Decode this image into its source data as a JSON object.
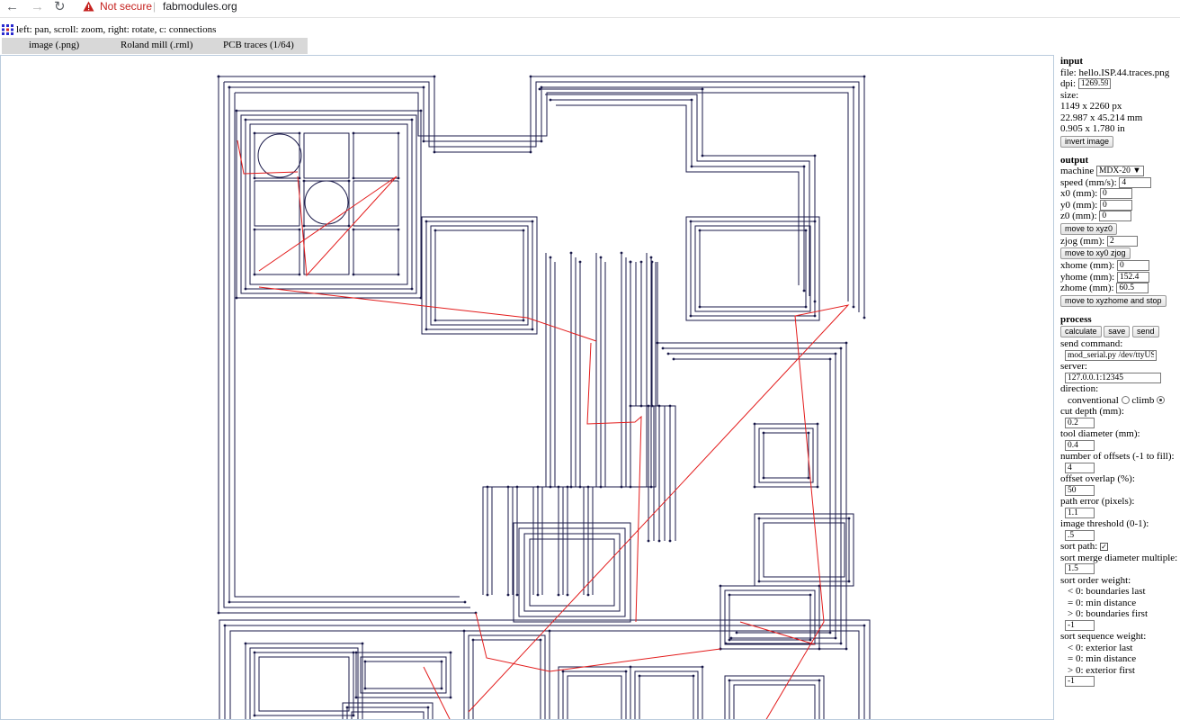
{
  "browser": {
    "security": "Not secure",
    "url": "fabmodules.org"
  },
  "hint": "left: pan, scroll: zoom, right: rotate, c: connections",
  "tabs": [
    "image (.png)",
    "Roland mill (.rml)",
    "PCB traces (1/64)"
  ],
  "panel": {
    "input": {
      "heading": "input",
      "file": "file: hello.ISP.44.traces.png",
      "dpi_label": "dpi:",
      "dpi": "1269.59",
      "size_label": "size:",
      "size_px": "1149 x 2260 px",
      "size_mm": "22.987 x 45.214 mm",
      "size_in": "0.905 x 1.780 in",
      "invert": "invert image"
    },
    "output": {
      "heading": "output",
      "machine_label": "machine",
      "machine": "MDX-20",
      "speed_label": "speed (mm/s):",
      "speed": "4",
      "x0_label": "x0 (mm):",
      "x0": "0",
      "y0_label": "y0 (mm):",
      "y0": "0",
      "z0_label": "z0 (mm):",
      "z0": "0",
      "move_xyz0": "move to xyz0",
      "zjog_label": "zjog (mm):",
      "zjog": "2",
      "move_xy0": "move to xy0 zjog",
      "xhome_label": "xhome (mm):",
      "xhome": "0",
      "yhome_label": "yhome (mm):",
      "yhome": "152.4",
      "zhome_label": "zhome (mm):",
      "zhome": "60.5",
      "move_home": "move to xyzhome and stop"
    },
    "process": {
      "heading": "process",
      "calculate": "calculate",
      "save": "save",
      "send": "send",
      "send_cmd_label": "send command:",
      "send_cmd": "mod_serial.py /dev/ttyUSB",
      "server_label": "server:",
      "server": "127.0.0.1:12345",
      "direction_label": "direction:",
      "conventional": "conventional",
      "climb": "climb",
      "cut_depth_label": "cut depth (mm):",
      "cut_depth": "0.2",
      "tool_dia_label": "tool diameter (mm):",
      "tool_dia": "0.4",
      "offsets_label": "number of offsets (-1 to fill):",
      "offsets": "4",
      "overlap_label": "offset overlap (%):",
      "overlap": "50",
      "path_err_label": "path error (pixels):",
      "path_err": "1.1",
      "threshold_label": "image threshold (0-1):",
      "threshold": ".5",
      "sort_path_label": "sort path:",
      "merge_label": "sort merge diameter multiple:",
      "merge": "1.5",
      "order_label": "sort order weight:",
      "order_l1": "< 0: boundaries last",
      "order_l2": "= 0: min distance",
      "order_l3": "> 0: boundaries first",
      "order": "-1",
      "seq_label": "sort sequence weight:",
      "seq_l1": "< 0: exterior last",
      "seq_l2": "= 0: min distance",
      "seq_l3": "> 0: exterior first",
      "seq": "-1"
    }
  },
  "colors": {
    "trace": "#1a1a4a",
    "move": "#e31b1b",
    "warning": "#c5221f"
  }
}
